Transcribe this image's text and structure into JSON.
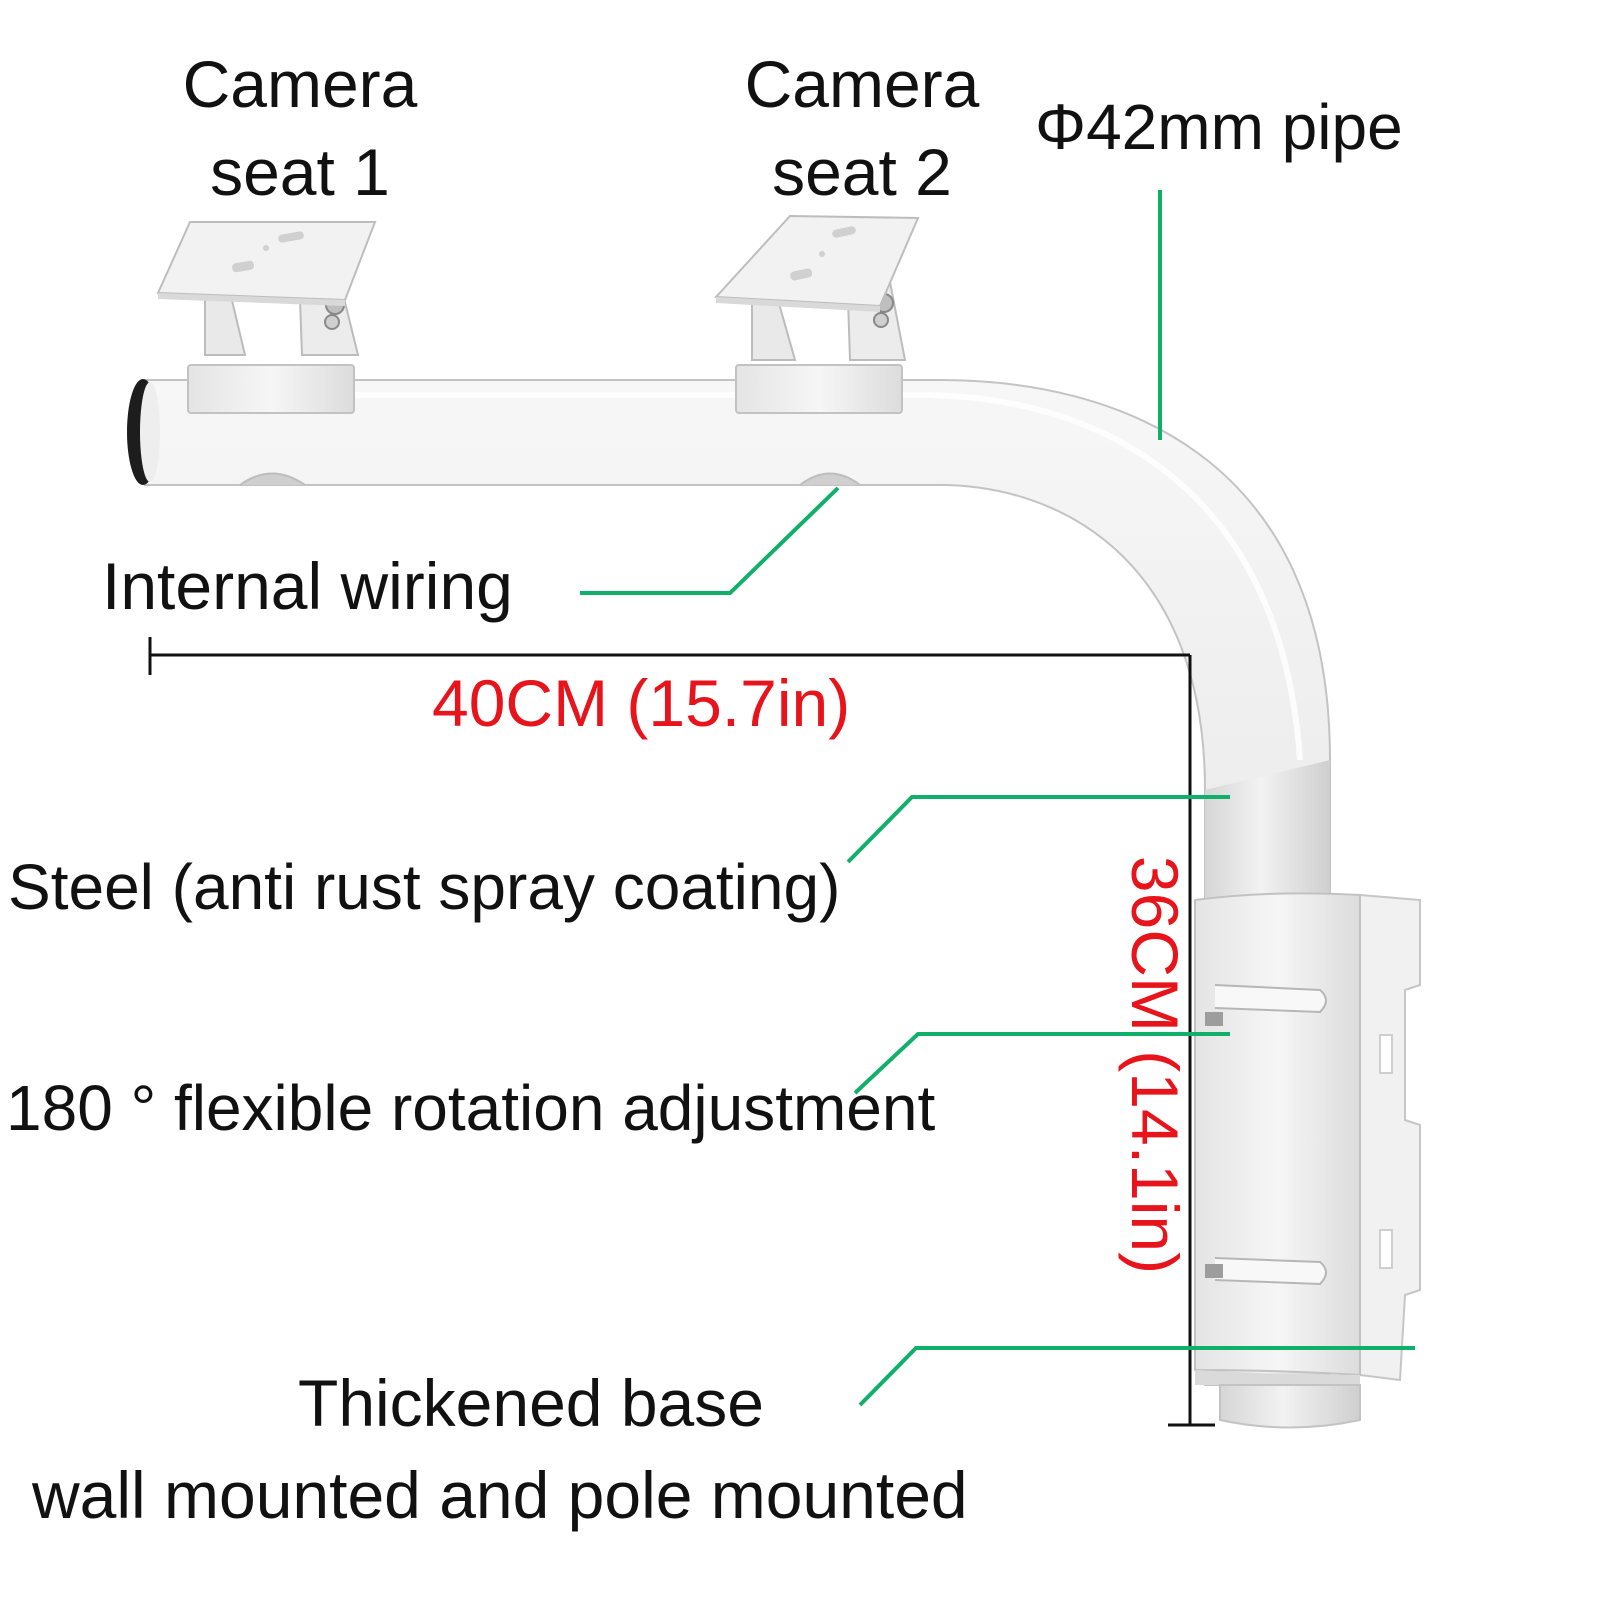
{
  "labels": {
    "seat1_line1": "Camera",
    "seat1_line2": "seat 1",
    "seat2_line1": "Camera",
    "seat2_line2": "seat 2",
    "pipe": "Φ42mm pipe",
    "wiring": "Internal wiring",
    "steel": "Steel (anti rust spray coating)",
    "rotation": "180 ° flexible rotation adjustment",
    "base_line1": "Thickened base",
    "base_line2": "wall mounted and pole mounted"
  },
  "dimensions": {
    "width": "40CM (15.7in)",
    "height": "36CM (14.1in)"
  },
  "colors": {
    "leader": "#10b06a",
    "dimension_text": "#e8141b",
    "dimension_line": "#111111",
    "metal": "#eeeeee",
    "metal_edge": "#b9b9b9"
  }
}
